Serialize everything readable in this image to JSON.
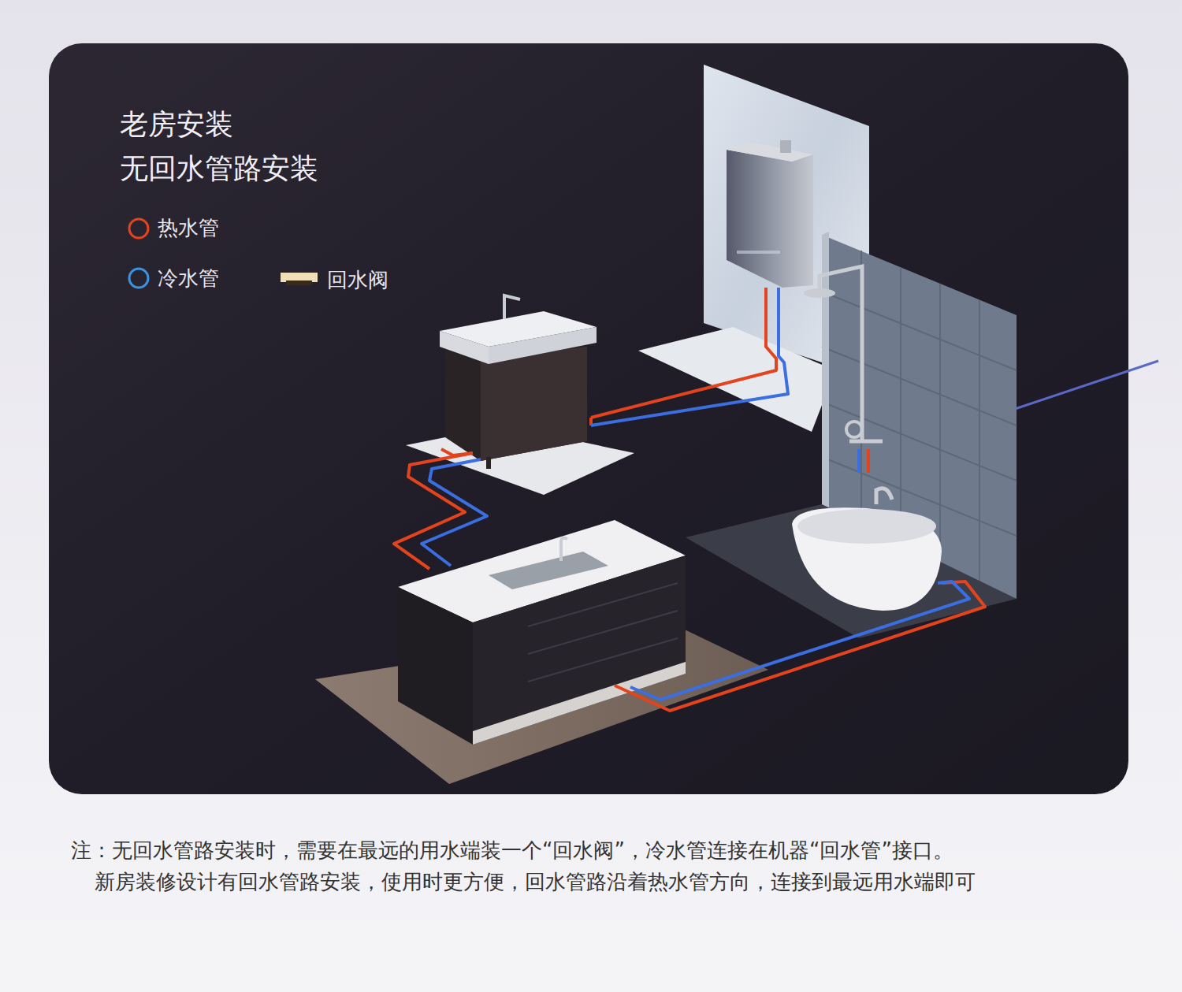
{
  "diagram": {
    "title": "老房安装 无回水管路安装",
    "labels": [
      "注：无回水管路安装时，需要在最远的用水端装一个“回水阀”，冷水管连接在机器“回水管”接口。",
      "新房装修设计有回水管路安装，使用时更方便，回水管路沿着热水管方向，连接到最远用水端即可"
    ],
    "legend": [
      {
        "text": "热水管",
        "color": "#e3431d"
      },
      {
        "text": "冷水管",
        "color": "#3a92e0"
      },
      {
        "text": "回水阀"
      }
    ]
  }
}
